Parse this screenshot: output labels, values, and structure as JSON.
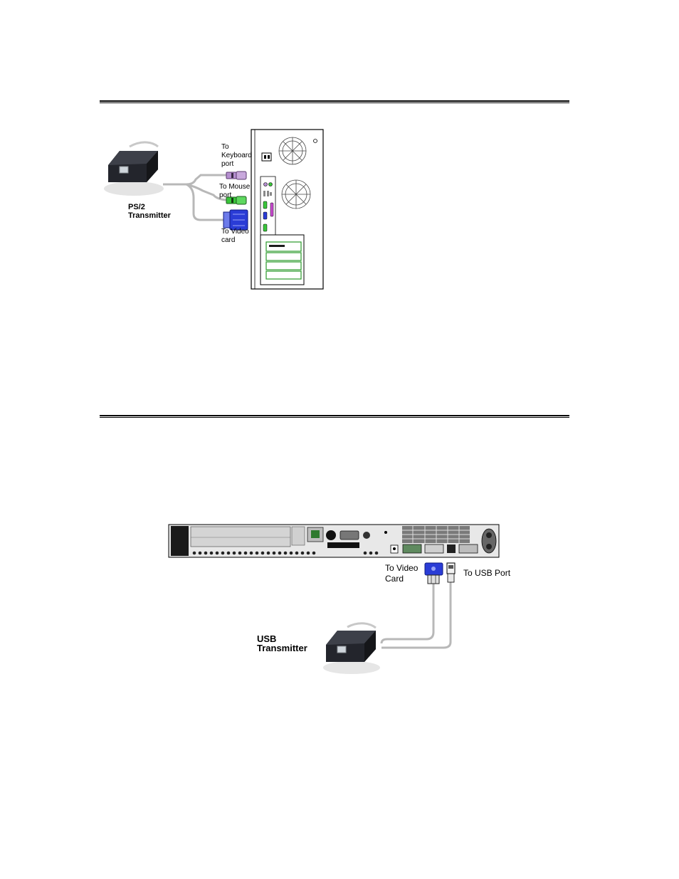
{
  "ps2_diagram": {
    "transmitter_label_line1": "PS/2",
    "transmitter_label_line2": "Transmitter",
    "keyboard_label_line1": "To",
    "keyboard_label_line2": "Keyboard",
    "keyboard_label_line3": "port",
    "mouse_label_line1": "To Mouse",
    "mouse_label_line2": "port",
    "video_label_line1": "To Video",
    "video_label_line2": "card"
  },
  "usb_diagram": {
    "transmitter_label_line1": "USB",
    "transmitter_label_line2": "Transmitter",
    "video_label_line1": "To Video",
    "video_label_line2": "Card",
    "usb_label": "To USB Port"
  },
  "colors": {
    "keyboard_connector": "#b58fd0",
    "mouse_connector": "#39c63a",
    "video_connector": "#2a3cd6",
    "cable": "#b8b8b8"
  }
}
